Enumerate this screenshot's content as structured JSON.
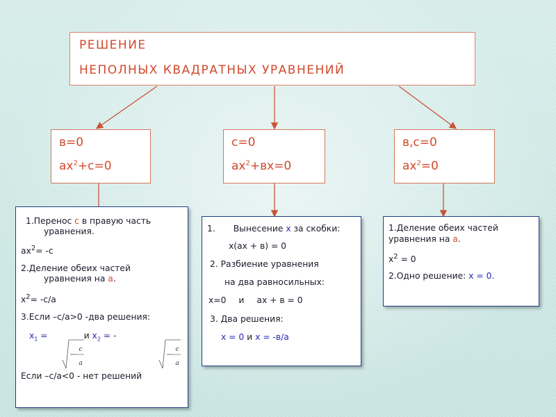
{
  "title": {
    "line1": "РЕШЕНИЕ",
    "line2": "НЕПОЛНЫХ  КВАДРАТНЫХ УРАВНЕНИЙ"
  },
  "cases": [
    {
      "condition": "в=0",
      "eq_pre": "ах",
      "eq_exp": "2",
      "eq_post": "+с=0"
    },
    {
      "condition": "с=0",
      "eq_pre": "ах",
      "eq_exp": "2",
      "eq_post": "+вх=0"
    },
    {
      "condition": "в,с=0",
      "eq_pre": "ах",
      "eq_exp": "2",
      "eq_post": "=0"
    }
  ],
  "sol1": {
    "l1_pre": "1.Перенос ",
    "l1_var": "с",
    "l1_post": " в правую часть",
    "l2": "уравнения.",
    "l3_pre": "ах",
    "l3_exp": "2",
    "l3_post": "= -с",
    "l4": "2.Деление обеих частей",
    "l5_pre": "уравнения на ",
    "l5_var": "а",
    "l5_post": ".",
    "l6_pre": "х",
    "l6_exp": "2",
    "l6_post": "= -с/а",
    "l7": "3.Если –с/а>0 -два решения:",
    "l8_x1": "х",
    "l8_s1": "1",
    "l8_eq1": " =",
    "l8_and": "и",
    "l8_x2": "х",
    "l8_s2": "2",
    "l8_eq2": " = -",
    "frac_num": "c",
    "frac_den": "a",
    "l9": "Если –с/а<0 - нет решений"
  },
  "sol2": {
    "l1_num": "1.",
    "l1_pre": "Вынесение ",
    "l1_var": "х",
    "l1_post": " за скобки:",
    "l2": "х(ах + в) = 0",
    "l3": "2.  Разбиение уравнения",
    "l4": "на два равносильных:",
    "l5_a": "х=0",
    "l5_and": "и",
    "l5_b": "ах + в = 0",
    "l6": "3.  Два решения:",
    "l7_a": "х = 0",
    "l7_and": "и",
    "l7_b": "х = -в/а"
  },
  "sol3": {
    "l1": "1.Деление обеих частей",
    "l2_pre": "уравнения на ",
    "l2_var": "а",
    "l2_post": ".",
    "l3_pre": "х",
    "l3_exp": "2",
    "l3_post": " = 0",
    "l4_pre": "2.Одно решение: ",
    "l4_sol": "х = 0."
  },
  "colors": {
    "arrow": "#c8543a",
    "accent_red": "#d2492b",
    "accent_blue": "#2a2ab0",
    "solution_border": "#1f3f86"
  }
}
